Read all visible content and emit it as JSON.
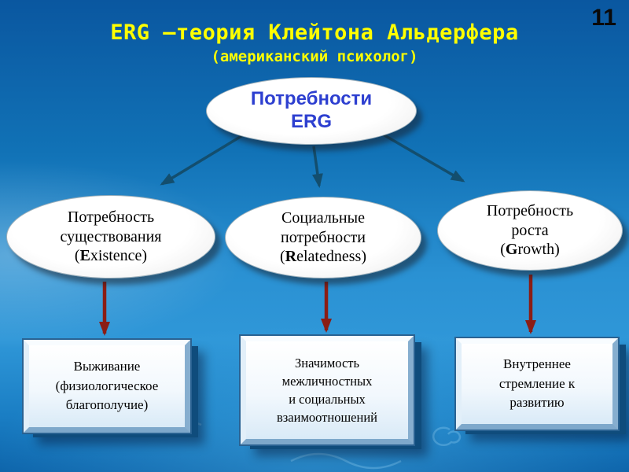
{
  "slide": {
    "number": "11",
    "title": "ERG –теория Клейтона Альдерфера",
    "subtitle": "(американский психолог)"
  },
  "root": {
    "line1": "Потребности",
    "line2": "ERG"
  },
  "branches": [
    {
      "ellipse": {
        "line1": "Потребность",
        "line2": "существования",
        "paren_open": "(",
        "initial": "E",
        "paren_rest": "xistence)"
      },
      "box_lines": [
        "Выживание",
        "(физиологическое",
        "благополучие)"
      ]
    },
    {
      "ellipse": {
        "line1": "Социальные",
        "line2": "потребности",
        "paren_open": "(",
        "initial": "R",
        "paren_rest": "elatedness)"
      },
      "box_lines": [
        "Значимость",
        "межличностных",
        "и социальных",
        "взаимоотношений"
      ]
    },
    {
      "ellipse": {
        "line1": "Потребность",
        "line2": "роста",
        "paren_open": "(",
        "initial": "G",
        "paren_rest": "rowth)"
      },
      "box_lines": [
        "Внутреннее",
        "стремление к",
        "развитию"
      ]
    }
  ],
  "colors": {
    "title_yellow": "#ffff00",
    "root_text_blue": "#2d3fd0",
    "connector_dark": "#134e6e",
    "connector_red": "#8b1d15"
  }
}
